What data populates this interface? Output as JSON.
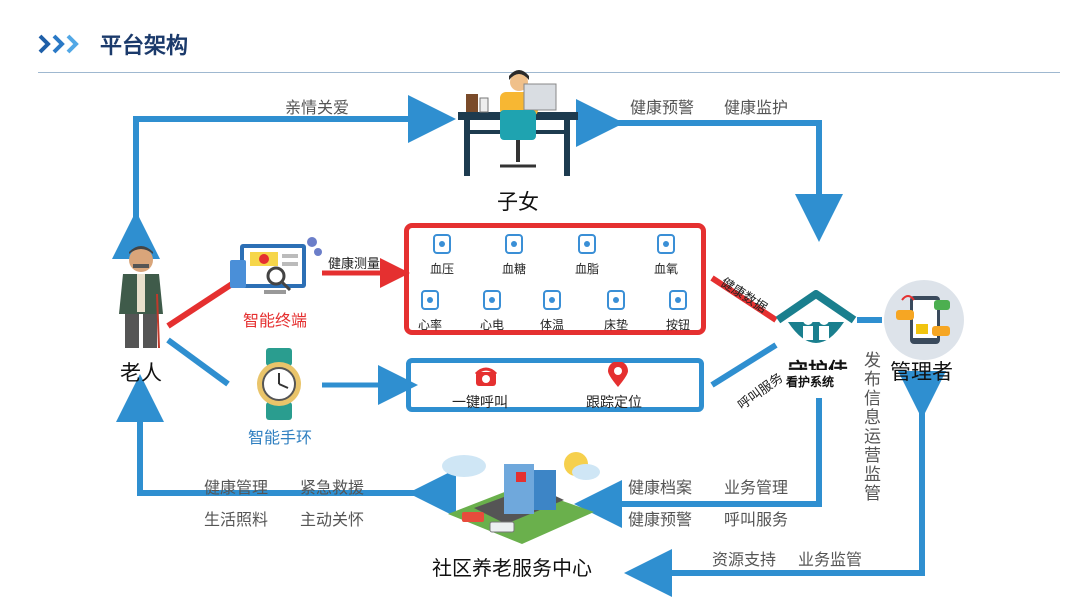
{
  "header": {
    "title": "平台架构"
  },
  "nodes": {
    "children": "子女",
    "elderly": "老人",
    "manager": "管理者",
    "community": "社区养老服务中心",
    "guardian": "守护佳",
    "care_system": "看护系统",
    "smart_terminal": "智能终端",
    "smart_band": "智能手环"
  },
  "edges": {
    "family_care": "亲情关爱",
    "health_warning_top": "健康预警",
    "health_monitor": "健康监护",
    "health_measure": "健康测量",
    "health_data": "健康数据",
    "call_service": "呼叫服务",
    "health_mgmt": "健康管理",
    "emergency_rescue": "紧急救援",
    "life_care": "生活照料",
    "active_care": "主动关怀",
    "health_record": "健康档案",
    "business_mgmt": "业务管理",
    "health_warning_bottom": "健康预警",
    "call_service_bottom": "呼叫服务",
    "resource_support": "资源支持",
    "business_supervision": "业务监管",
    "publish_info": "发布信息",
    "ops_supervision": "运营监管"
  },
  "devices": [
    "血压",
    "血糖",
    "血脂",
    "血氧",
    "心率",
    "心电",
    "体温",
    "床垫",
    "按钮"
  ],
  "band_functions": [
    "一键呼叫",
    "跟踪定位"
  ],
  "colors": {
    "arrow": "#2f8fd0",
    "red": "#e53030",
    "title": "#1b3a6b"
  }
}
